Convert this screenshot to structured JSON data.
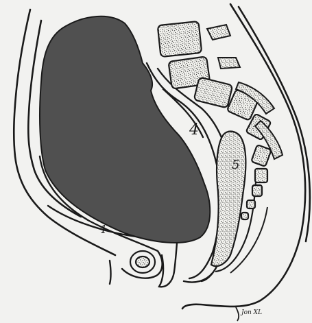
{
  "figure": {
    "labels": {
      "one": "1",
      "four": "4",
      "five": "5"
    },
    "signature": "Jon  XL",
    "colors": {
      "background": "#f2f2f0",
      "ink": "#1a1a1a",
      "mass": "#505050",
      "bone": "#f4f4f0"
    }
  }
}
